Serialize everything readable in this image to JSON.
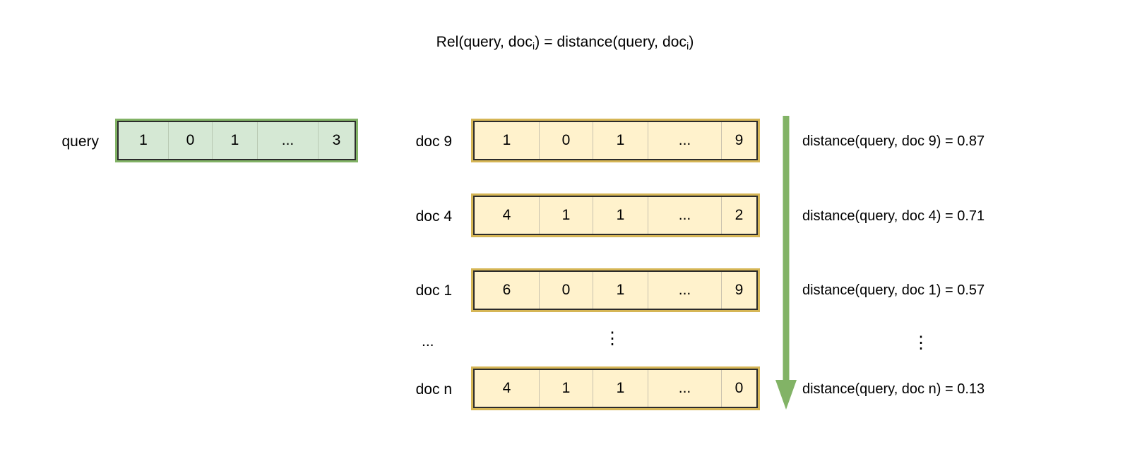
{
  "title": {
    "prefix": "Rel(query, doc",
    "sub1": "i",
    "middle": ") = distance(query, doc",
    "sub2": "i",
    "suffix": ")"
  },
  "colors": {
    "query_fill": "#d5e8d4",
    "query_border": "#82b366",
    "doc_fill": "#fff2cc",
    "doc_border": "#d6b656",
    "inner_border": "#2b2b2b",
    "arrow": "#82b366",
    "text": "#000000",
    "background": "#ffffff"
  },
  "query": {
    "label": "query",
    "cells": [
      "1",
      "0",
      "1",
      "...",
      "3"
    ]
  },
  "docs": [
    {
      "label": "doc 9",
      "cells": [
        "1",
        "0",
        "1",
        "...",
        "9"
      ],
      "distance_text": "distance(query, doc 9) = 0.87",
      "distance_value": 0.87
    },
    {
      "label": "doc 4",
      "cells": [
        "4",
        "1",
        "1",
        "...",
        "2"
      ],
      "distance_text": "distance(query, doc 4) = 0.71",
      "distance_value": 0.71
    },
    {
      "label": "doc 1",
      "cells": [
        "6",
        "0",
        "1",
        "...",
        "9"
      ],
      "distance_text": "distance(query, doc 1) = 0.57",
      "distance_value": 0.57
    },
    {
      "label": "doc n",
      "cells": [
        "4",
        "1",
        "1",
        "...",
        "0"
      ],
      "distance_text": "distance(query, doc n) = 0.13",
      "distance_value": 0.13
    }
  ],
  "ellipses": {
    "label_gap": "...",
    "vectors_gap": "⋮",
    "distances_gap": "⋮"
  },
  "arrow": {
    "name": "ranking-order-arrow",
    "direction": "down"
  }
}
